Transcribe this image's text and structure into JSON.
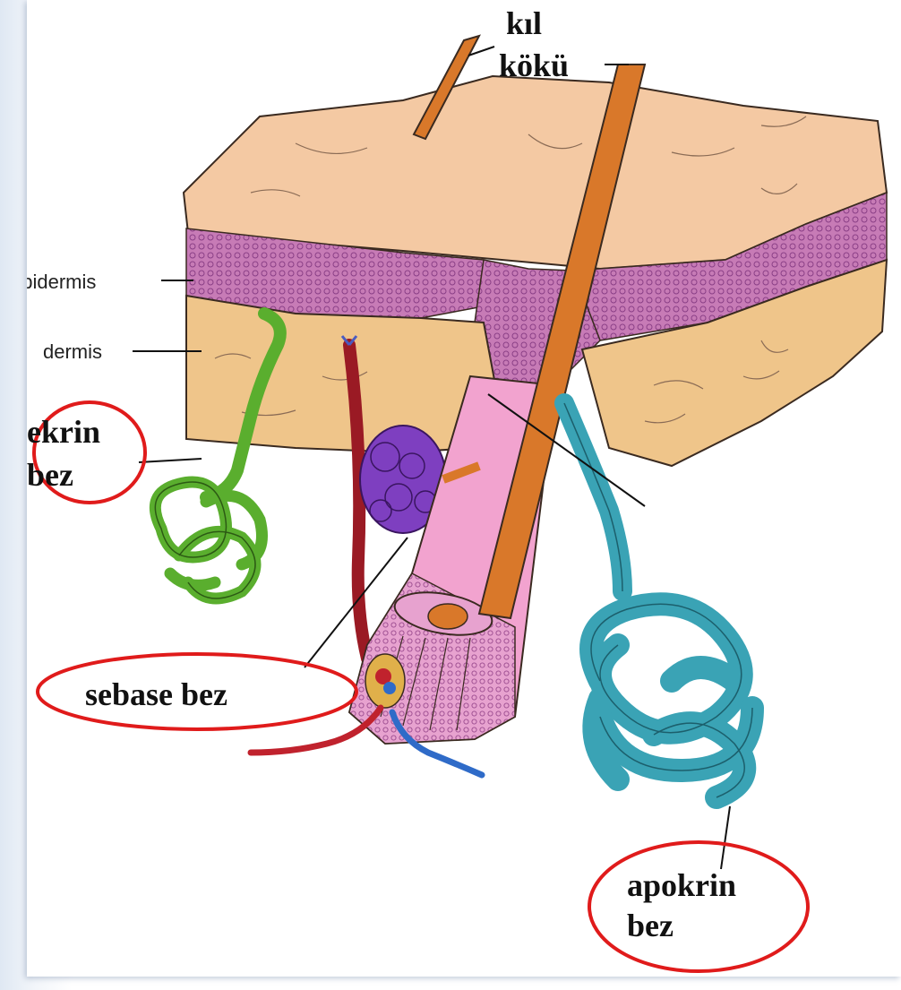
{
  "labels": {
    "hair_root_line1": "kıl",
    "hair_root_line2": "kökü",
    "epidermis": "epidermis",
    "dermis": "dermis",
    "eccrine_line1": "ekrin",
    "eccrine_line2": "bez",
    "sebaceous": "sebase bez",
    "apocrine_line1": "apokrin",
    "apocrine_line2": "bez"
  },
  "colors": {
    "skin_top": "#f4c9a3",
    "epidermis": "#c77bb6",
    "dermis": "#efc58a",
    "hair": "#d9782a",
    "follicle": "#f2a3cf",
    "eccrine_gland": "#5aae2e",
    "sebaceous_gland": "#7e3fc0",
    "apocrine_gland": "#3aa3b5",
    "artery": "#c0222d",
    "vein": "#2f6bc8",
    "highlight_ellipse": "#e01b1b"
  }
}
